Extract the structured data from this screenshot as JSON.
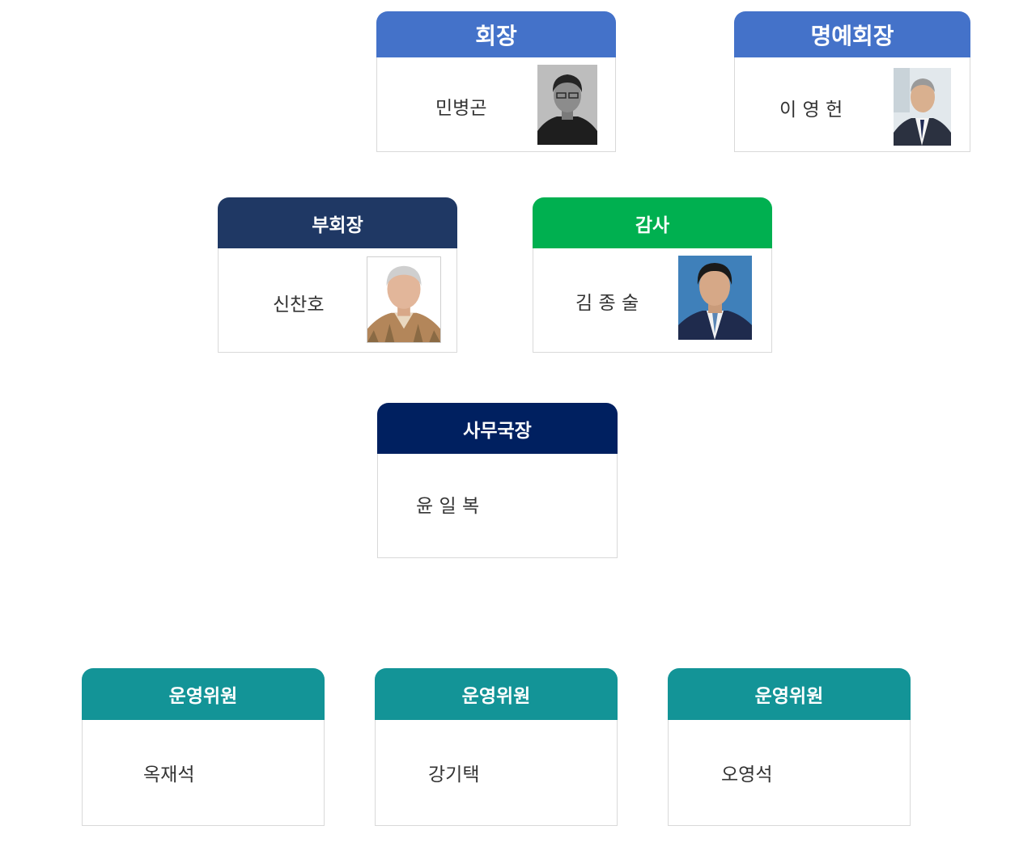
{
  "colors": {
    "president_header": "#4472C9",
    "honorary_header": "#4472C9",
    "vice_header": "#1F3864",
    "auditor_header": "#00B050",
    "secretary_header": "#002060",
    "committee_header": "#139497"
  },
  "cards": {
    "president": {
      "title": "회장",
      "name": "민병곤",
      "photo_icon": "portrait-grayscale-photo"
    },
    "honorary": {
      "title": "명예회장",
      "name": "이 영 헌",
      "photo_icon": "portrait-suit-photo"
    },
    "vice": {
      "title": "부회장",
      "name": "신찬호",
      "photo_icon": "portrait-photo"
    },
    "auditor": {
      "title": "감사",
      "name": "김 종 술",
      "photo_icon": "portrait-suit-photo"
    },
    "secretary": {
      "title": "사무국장",
      "name": "윤 일 복"
    },
    "committee1": {
      "title": "운영위원",
      "name": "옥재석"
    },
    "committee2": {
      "title": "운영위원",
      "name": "강기택"
    },
    "committee3": {
      "title": "운영위원",
      "name": "오영석"
    }
  }
}
